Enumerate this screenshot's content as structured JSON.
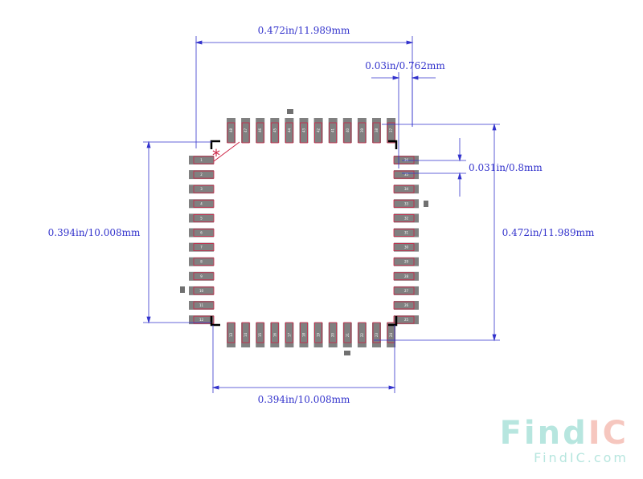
{
  "dimensions": {
    "top_width": "0.472in/11.989mm",
    "pin_width": "0.03in/0.762mm",
    "pin_pitch": "0.031in/0.8mm",
    "body_height": "0.394in/10.008mm",
    "total_height": "0.472in/11.989mm",
    "body_width": "0.394in/10.008mm"
  },
  "pin1_marker": "*",
  "pins": {
    "top": [
      "48",
      "47",
      "46",
      "45",
      "44",
      "43",
      "42",
      "41",
      "40",
      "39",
      "38",
      "37"
    ],
    "left": [
      "1",
      "2",
      "3",
      "4",
      "5",
      "6",
      "7",
      "8",
      "9",
      "10",
      "11",
      "12"
    ],
    "right": [
      "36",
      "35",
      "34",
      "33",
      "32",
      "31",
      "30",
      "29",
      "28",
      "27",
      "26",
      "25"
    ],
    "bottom": [
      "13",
      "14",
      "15",
      "16",
      "17",
      "18",
      "19",
      "20",
      "21",
      "22",
      "23",
      "24"
    ]
  },
  "watermark": {
    "brand_part1": "Find",
    "brand_part2": "IC",
    "url": "FindIC.com"
  },
  "colors": {
    "dimension_line": "#3333cc",
    "pad_fill": "#808080",
    "pad_outline": "#cc2244",
    "body_outline": "#000000"
  }
}
